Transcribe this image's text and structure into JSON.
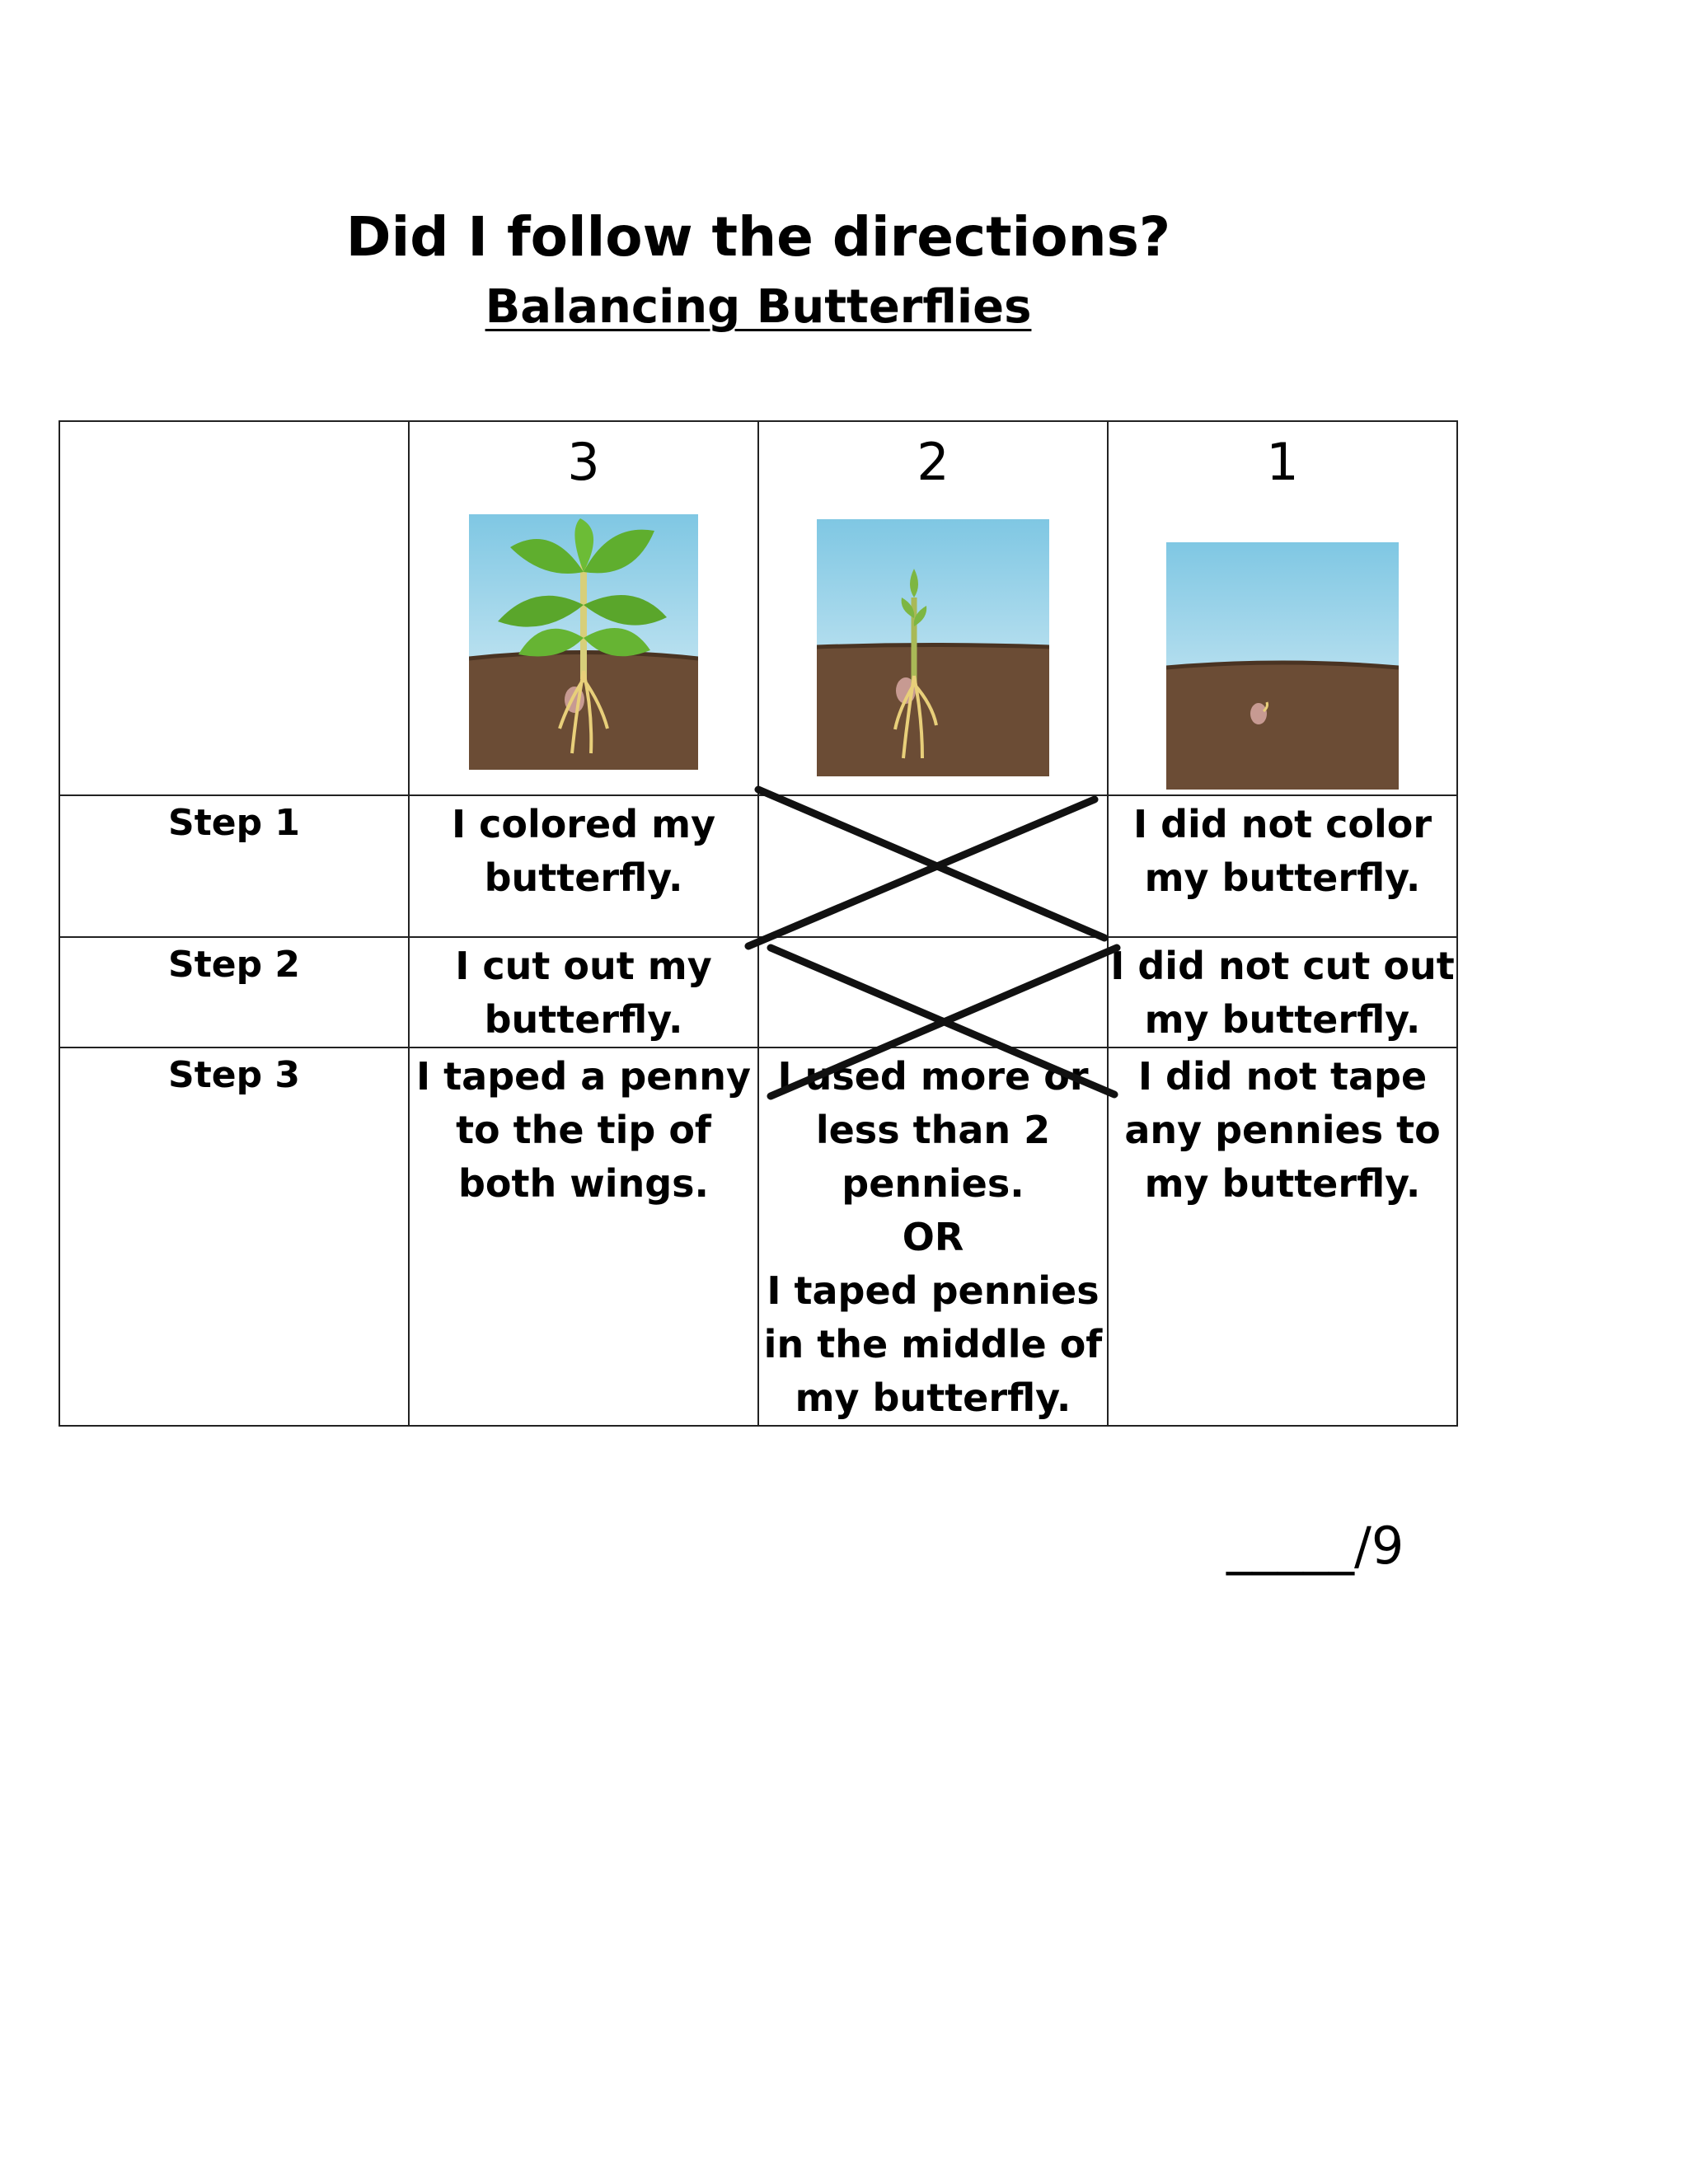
{
  "title": "Did I follow the directions?",
  "subtitle": "Balancing Butterflies",
  "table": {
    "header": {
      "empty": "",
      "scores": [
        "3",
        "2",
        "1"
      ]
    },
    "rows": [
      {
        "step": "Step 1",
        "cells": [
          [
            "I colored my",
            "butterfly."
          ],
          [],
          [
            "I did not color",
            "my butterfly."
          ]
        ]
      },
      {
        "step": "Step 2",
        "cells": [
          [
            "I cut out my",
            "butterfly."
          ],
          [],
          [
            "I did not cut out",
            "my butterfly."
          ]
        ]
      },
      {
        "step": "Step 3",
        "cells": [
          [
            "I taped a penny",
            "to the tip of",
            "both wings."
          ],
          [
            "I used more or",
            "less than 2",
            "pennies.",
            "OR",
            "I taped pennies",
            "in the middle of",
            "my butterfly."
          ],
          [
            "I did not tape",
            "any pennies to",
            "my butterfly."
          ]
        ]
      }
    ]
  },
  "score_total": "_____/9",
  "colors": {
    "sky_top": "#7fc7e3",
    "sky_bottom": "#e4f3f9",
    "soil": "#6b4c35",
    "leaf": "#5fae2e",
    "root": "#e8cf7a"
  }
}
